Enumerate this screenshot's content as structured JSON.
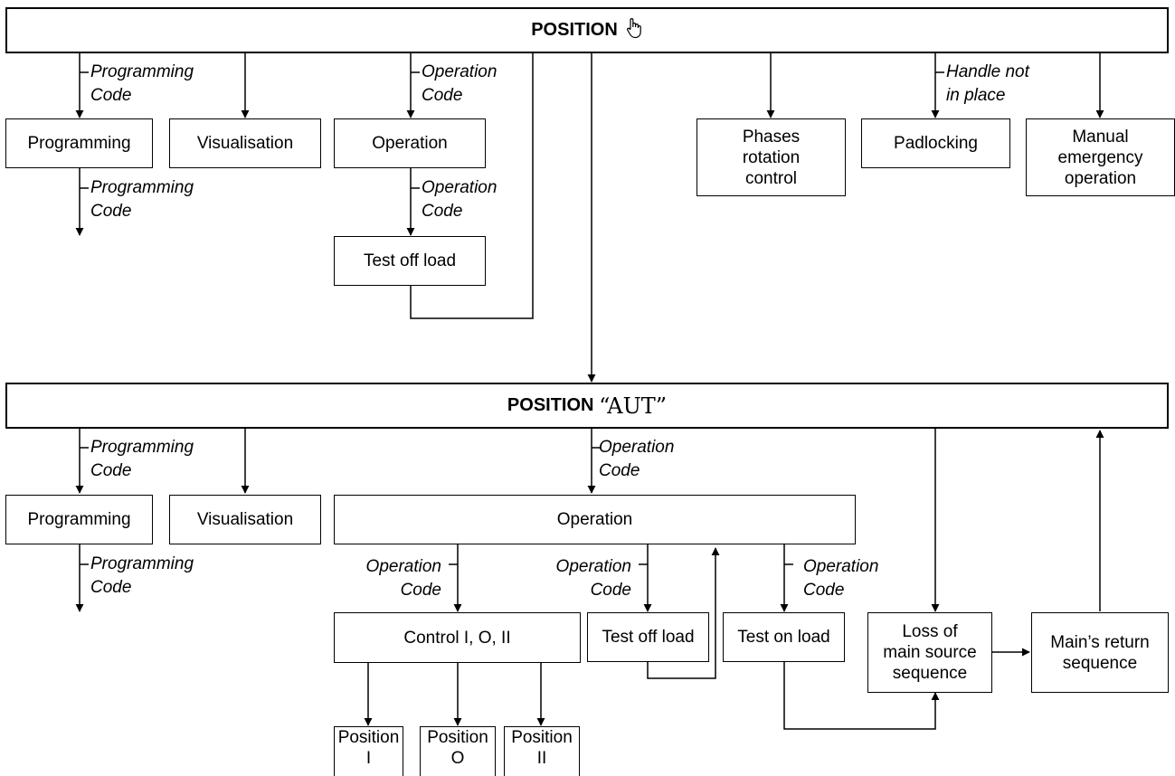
{
  "top_banner": {
    "title": "POSITION",
    "icon": "hand-pointer-icon"
  },
  "aut_banner": {
    "title": "POSITION",
    "mode": "“AUT”"
  },
  "top": {
    "programming": "Programming",
    "visualisation": "Visualisation",
    "operation": "Operation",
    "test_off_load": "Test off load",
    "phases_rotation": "Phases\nrotation\ncontrol",
    "padlocking": "Padlocking",
    "manual_emergency": "Manual\nemergency\noperation",
    "lbl_prog_code_1": "Programming\nCode",
    "lbl_prog_code_2": "Programming\nCode",
    "lbl_op_code_1": "Operation\nCode",
    "lbl_op_code_2": "Operation\nCode",
    "lbl_handle": "Handle not\nin place"
  },
  "aut": {
    "programming": "Programming",
    "visualisation": "Visualisation",
    "operation": "Operation",
    "control": "Control I, O, II",
    "test_off_load": "Test off load",
    "test_on_load": "Test on load",
    "loss_main": "Loss of\nmain source\nsequence",
    "mains_return": "Main’s return\nsequence",
    "position_i": "Position\nI",
    "position_o": "Position\nO",
    "position_ii": "Position\nII",
    "lbl_prog_code_1": "Programming\nCode",
    "lbl_prog_code_2": "Programming\nCode",
    "lbl_op_code_main": "Operation\nCode",
    "lbl_op_code_control": "Operation\nCode",
    "lbl_op_code_testoff": "Operation\nCode",
    "lbl_op_code_teston": "Operation\nCode"
  }
}
